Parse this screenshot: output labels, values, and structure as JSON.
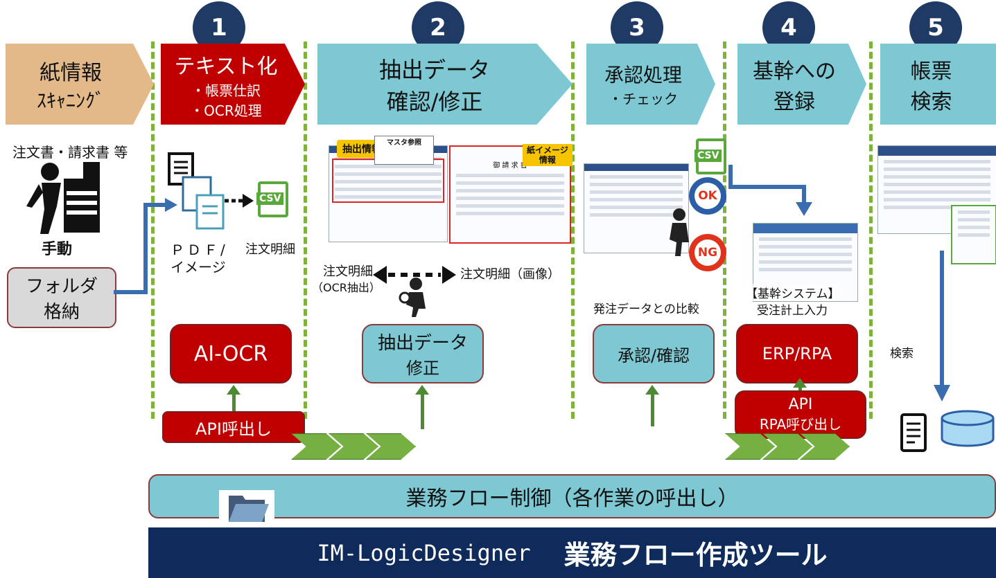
{
  "steps": [
    {
      "num": "1"
    },
    {
      "num": "2"
    },
    {
      "num": "3"
    },
    {
      "num": "4"
    },
    {
      "num": "5"
    }
  ],
  "phases": {
    "scan": {
      "line1": "紙情報",
      "line2": "ｽｷｬﾆﾝｸﾞ"
    },
    "ocr": {
      "title": "テキスト化",
      "sub1": "・帳票仕訳",
      "sub2": "・OCR処理"
    },
    "confirm": {
      "line1": "抽出データ",
      "line2": "確認/修正"
    },
    "approve": {
      "title": "承認処理",
      "sub": "・チェック"
    },
    "register": {
      "line1": "基幹への",
      "line2": "登録"
    },
    "search": {
      "line1": "帳票",
      "line2": "検索"
    }
  },
  "labels": {
    "docs": "注文書・請求書 等",
    "manual": "手動",
    "folder_l1": "フォルダ",
    "folder_l2": "格納",
    "pdf_l1": "ＰＤＦ/",
    "pdf_l2": "イメージ",
    "order_detail": "注文明細",
    "ocr_extract_l1": "注文明細",
    "ocr_extract_l2": "（OCR抽出）",
    "order_image": "注文明細（画像）",
    "compare": "発注データとの比較",
    "core_system_l1": "【基幹システム】",
    "core_system_l2": "受注計上入力",
    "search": "検索",
    "extract_info": "抽出情報",
    "master_ref": "マスタ参照",
    "paper_image_l1": "紙イメージ",
    "paper_image_l2": "情報",
    "invoice": "御 請 求 書",
    "ok": "OK",
    "ng": "NG",
    "csv": "CSV"
  },
  "boxes": {
    "ai_ocr": "AI-OCR",
    "api_call": "API呼出し",
    "fix_l1": "抽出データ",
    "fix_l2": "修正",
    "approve_confirm": "承認/確認",
    "erp_rpa": "ERP/RPA",
    "api_l1": "API",
    "api_l2": "RPA呼び出し"
  },
  "footer": {
    "workflow": "業務フロー制御（各作業の呼出し）",
    "tool_name": "IM-LogicDesigner",
    "tool_desc": "業務フロー作成ツール"
  },
  "colors": {
    "teal": "#7ec8d3",
    "red": "#c00000",
    "navy": "#1f3a64",
    "green": "#76b043",
    "blue": "#3a6db0",
    "footer_bg": "#0f2b5b"
  }
}
